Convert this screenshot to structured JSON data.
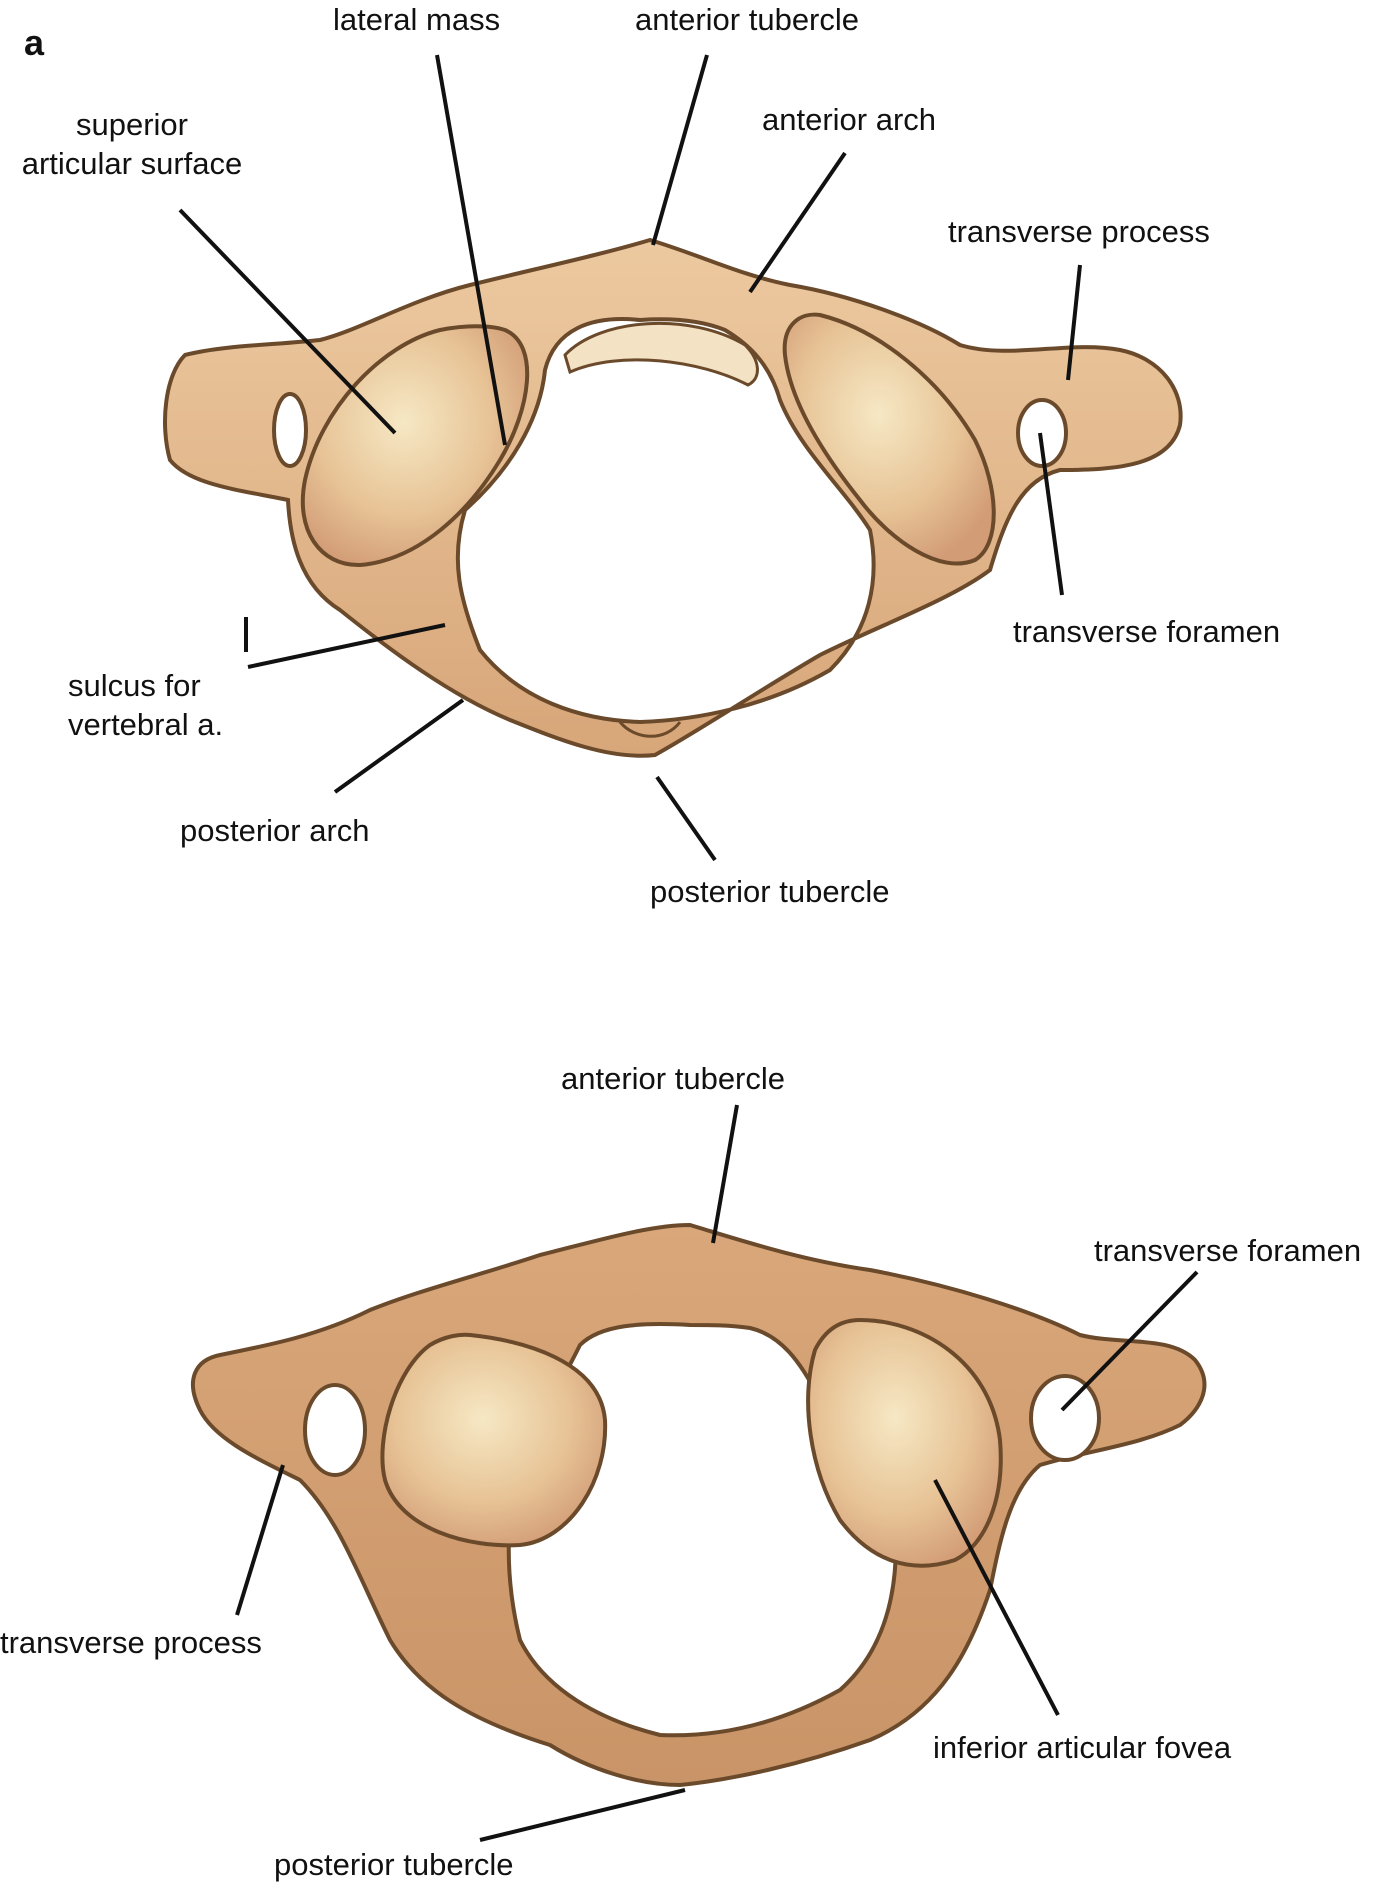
{
  "panel_label": "a",
  "superior_view": {
    "labels": {
      "lateral_mass": "lateral mass",
      "anterior_tubercle": "anterior tubercle",
      "superior_articular_surface_line1": "superior",
      "superior_articular_surface_line2": "articular surface",
      "anterior_arch": "anterior arch",
      "transverse_process": "transverse process",
      "transverse_foramen": "transverse foramen",
      "sulcus_line1": "sulcus for",
      "sulcus_line2": "vertebral a.",
      "posterior_arch": "posterior arch",
      "posterior_tubercle": "posterior tubercle"
    }
  },
  "inferior_view": {
    "labels": {
      "anterior_tubercle": "anterior tubercle",
      "transverse_foramen": "transverse foramen",
      "transverse_process": "transverse process",
      "inferior_articular_fovea": "inferior articular fovea",
      "posterior_tubercle": "posterior tubercle"
    }
  },
  "colors": {
    "bone_fill": "#d9a97c",
    "bone_light": "#f3dcb6",
    "bone_outline": "#6b4a2b",
    "facet_fill": "#e8c79a",
    "leader_line": "#111111"
  }
}
